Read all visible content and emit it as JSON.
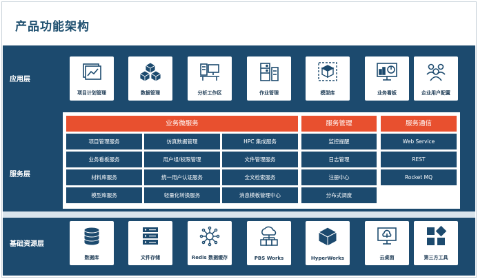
{
  "title": "产品功能架构",
  "layers": {
    "app": "应用层",
    "service": "服务层",
    "base": "基础资源层"
  },
  "app_items": [
    {
      "label": "项目计划管理",
      "icon": "chart-icon"
    },
    {
      "label": "数据管理",
      "icon": "cubes-icon"
    },
    {
      "label": "分析工作区",
      "icon": "workstation-icon"
    },
    {
      "label": "作业管理",
      "icon": "server-icon"
    },
    {
      "label": "模型库",
      "icon": "model-icon"
    },
    {
      "label": "业务看板",
      "icon": "dashboard-icon"
    },
    {
      "label": "企业用户配置",
      "icon": "users-icon"
    }
  ],
  "service_headers": {
    "micro": "业务微服务",
    "mgmt": "服务管理",
    "comm": "服务通信"
  },
  "micro_services": [
    [
      "项目管理服务",
      "仿真数据管理",
      "HPC 集成服务"
    ],
    [
      "业务看板服务",
      "用户组/权限管理",
      "文件管理服务"
    ],
    [
      "材料库服务",
      "统一用户认证服务",
      "全文检索服务"
    ],
    [
      "模型库服务",
      "轻量化转换服务",
      "消息模板管理中心"
    ]
  ],
  "mgmt_services": [
    "监控提醒",
    "日志管理",
    "注册中心",
    "分布式调度"
  ],
  "comm_services": [
    "Web Service",
    "REST",
    "Rocket MQ"
  ],
  "base_items": [
    {
      "label": "数据库",
      "icon": "database-icon"
    },
    {
      "label": "文件存储",
      "icon": "storage-icon"
    },
    {
      "label": "Redis 数据缓存",
      "icon": "network-icon"
    },
    {
      "label": "PBS Works",
      "icon": "cloud-icon"
    },
    {
      "label": "HyperWorks",
      "icon": "cube-icon"
    },
    {
      "label": "云桌面",
      "icon": "monitor-cloud-icon"
    },
    {
      "label": "第三方工具",
      "icon": "grid-icon"
    }
  ]
}
